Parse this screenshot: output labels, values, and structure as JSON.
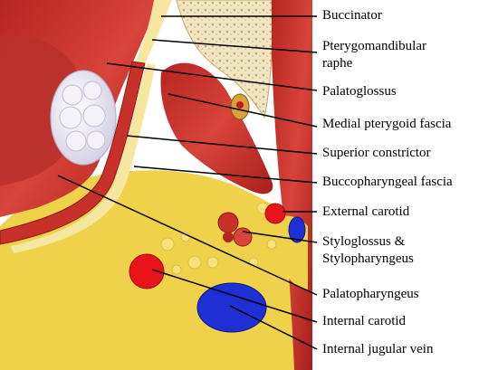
{
  "labels": {
    "buccinator": "Buccinator",
    "pterygomandibular_line1": "Pterygomandibular",
    "pterygomandibular_line2": "raphe",
    "palatoglossus": "Palatoglossus",
    "medial_pterygoid_fascia": "Medial pterygoid fascia",
    "superior_constrictor": "Superior constrictor",
    "buccopharyngeal_fascia": "Buccopharyngeal fascia",
    "external_carotid": "External carotid",
    "styloglossus_line1": "Styloglossus &",
    "styloglossus_line2": "Stylopharyngeus",
    "palatopharyngeus": "Palatopharyngeus",
    "internal_carotid": "Internal carotid",
    "internal_jugular_vein": "Internal jugular vein"
  },
  "colors": {
    "muscle_red": "#c8312a",
    "muscle_dark": "#9e1f1c",
    "fat_yellow": "#f0d24a",
    "fascia_pale": "#f6e7a0",
    "artery_red": "#e8141a",
    "vein_blue": "#1f2fd6",
    "tonsil_white": "#ecebf2",
    "bone_cream": "#f1e6c4",
    "leader_black": "#000000"
  }
}
